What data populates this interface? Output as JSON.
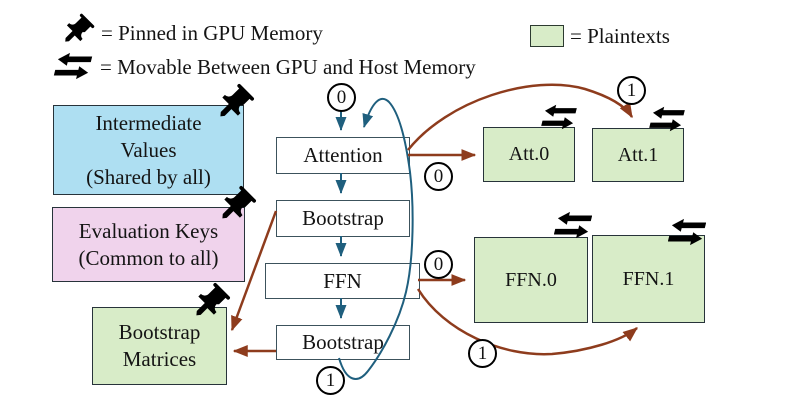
{
  "legend": {
    "pinned": "= Pinned in GPU Memory",
    "movable": "= Movable Between GPU and Host Memory",
    "plaintexts": "= Plaintexts"
  },
  "shared_boxes": {
    "intermediate_values": {
      "lines": [
        "Intermediate",
        "Values",
        "(Shared by all)"
      ]
    },
    "evaluation_keys": {
      "lines": [
        "Evaluation Keys",
        "(Common to all)"
      ]
    },
    "bootstrap_matrices": {
      "lines": [
        "Bootstrap",
        "Matrices"
      ]
    }
  },
  "pipeline": {
    "stages": [
      "Attention",
      "Bootstrap",
      "FFN",
      "Bootstrap"
    ]
  },
  "plaintext_boxes": {
    "att0": "Att.0",
    "att1": "Att.1",
    "ffn0": "FFN.0",
    "ffn1": "FFN.1"
  },
  "step_circles": {
    "pipeline_input": "0",
    "pipeline_loop": "1",
    "att_step0": "0",
    "att_step1": "1",
    "ffn_step0": "0",
    "ffn_step1": "1"
  },
  "colors": {
    "flow_arrow_teal": "#1f5f7e",
    "data_arrow_brown": "#8e3c1d",
    "intermediate_fill": "#aedff2",
    "evaluation_fill": "#f0d3ec",
    "plaintext_fill": "#d8ecc8",
    "icon_black": "#000000"
  }
}
